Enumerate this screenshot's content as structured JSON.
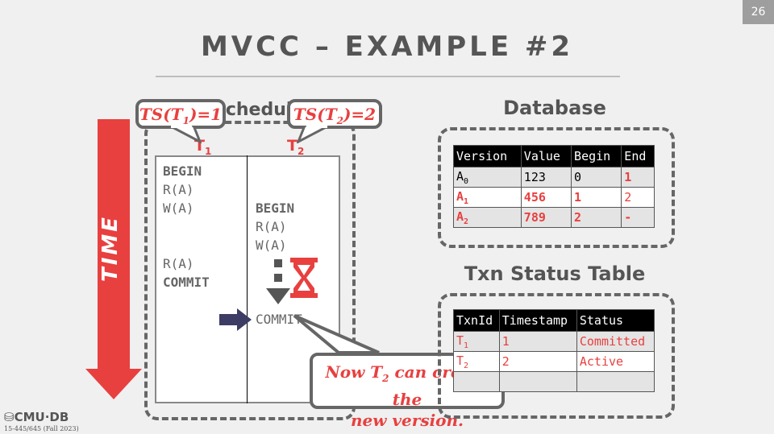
{
  "slide": {
    "page_number": "26",
    "title": "MVCC – EXAMPLE #2"
  },
  "time_arrow": {
    "label": "TIME",
    "color": "#e8403f"
  },
  "schedule": {
    "heading": "Schedule",
    "columns": [
      {
        "label": "T",
        "sub": "1"
      },
      {
        "label": "T",
        "sub": "2"
      }
    ],
    "t1_ops": [
      {
        "text": "BEGIN",
        "bold": true
      },
      {
        "text": "R(A)",
        "bold": false
      },
      {
        "text": "W(A)",
        "bold": false
      },
      {
        "text": "R(A)",
        "bold": false
      },
      {
        "text": "COMMIT",
        "bold": true
      }
    ],
    "t2_ops": [
      {
        "text": "BEGIN",
        "bold": true
      },
      {
        "text": "R(A)",
        "bold": false
      },
      {
        "text": "W(A)",
        "bold": false
      },
      {
        "text": "COMMIT",
        "bold": false
      }
    ],
    "icons": [
      "hourglass-icon",
      "wait-arrow-icon",
      "current-step-arrow-icon"
    ]
  },
  "callouts": {
    "ts_t1": {
      "prefix": "TS(T",
      "sub": "1",
      "suffix": ")=1"
    },
    "ts_t2": {
      "prefix": "TS(T",
      "sub": "2",
      "suffix": ")=2"
    },
    "note": {
      "line1_prefix": "Now T",
      "line1_sub": "2",
      "line1_suffix": " can create the",
      "line2": "new version."
    }
  },
  "database": {
    "heading": "Database",
    "headers": [
      "Version",
      "Value",
      "Begin",
      "End"
    ],
    "rows": [
      {
        "version": "A",
        "sub": "0",
        "value": "123",
        "begin": "0",
        "end": "1"
      },
      {
        "version": "A",
        "sub": "1",
        "value": "456",
        "begin": "1",
        "end": "2"
      },
      {
        "version": "A",
        "sub": "2",
        "value": "789",
        "begin": "2",
        "end": "-"
      }
    ]
  },
  "txn_status": {
    "heading": "Txn Status Table",
    "headers": [
      "TxnId",
      "Timestamp",
      "Status"
    ],
    "rows": [
      {
        "txn": "T",
        "sub": "1",
        "timestamp": "1",
        "status": "Committed"
      },
      {
        "txn": "T",
        "sub": "2",
        "timestamp": "2",
        "status": "Active"
      },
      {
        "txn": "",
        "sub": "",
        "timestamp": "",
        "status": ""
      }
    ]
  },
  "footer": {
    "logo": "CMU·DB",
    "course": "15-445/645 (Fall 2023)"
  },
  "colors": {
    "accent_red": "#e8403f",
    "title_gray": "#555555",
    "pointer_navy": "#3c3c64"
  }
}
